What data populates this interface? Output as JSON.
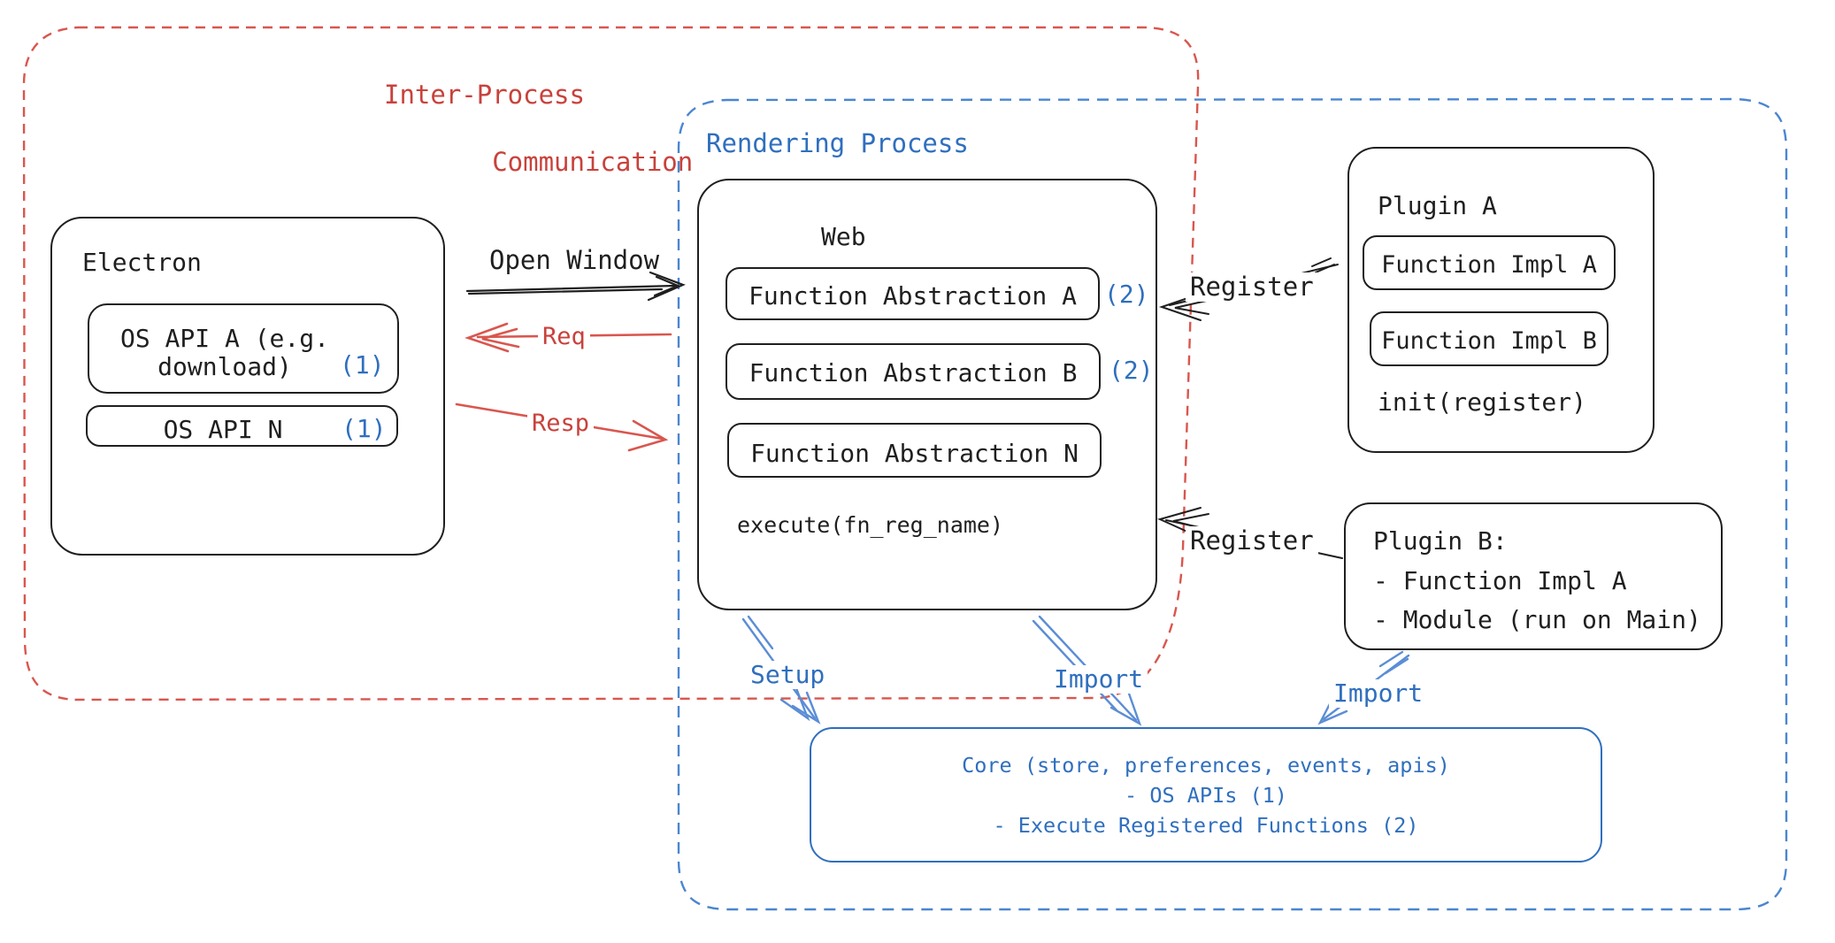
{
  "diagram": {
    "ipc_region": {
      "label_line1": "Inter-Process",
      "label_line2": "Communication"
    },
    "rendering_region": {
      "label": "Rendering Process"
    },
    "electron": {
      "title": "Electron",
      "os_api_a_line1": "OS API A (e.g.",
      "os_api_a_line2": "download)",
      "os_api_a_badge": "(1)",
      "os_api_n": "OS API N",
      "os_api_n_badge": "(1)"
    },
    "web": {
      "title": "Web",
      "fa_a": "Function Abstraction A",
      "fa_a_badge": "(2)",
      "fa_b": "Function Abstraction B",
      "fa_b_badge": "(2)",
      "fa_n": "Function Abstraction N",
      "execute": "execute(fn_reg_name)"
    },
    "plugin_a": {
      "title": "Plugin A",
      "impl_a": "Function Impl A",
      "impl_b": "Function Impl B",
      "init": "init(register)"
    },
    "plugin_b": {
      "line1": "Plugin B:",
      "line2": "- Function Impl A",
      "line3": "- Module (run on Main)"
    },
    "core": {
      "line1": "Core (store, preferences, events, apis)",
      "line2": "- OS APIs (1)",
      "line3": "- Execute Registered Functions (2)"
    },
    "arrows": {
      "open_window": "Open Window",
      "req": "Req",
      "resp": "Resp",
      "register_a": "Register",
      "register_b": "Register",
      "setup": "Setup",
      "import_web": "Import",
      "import_plugin": "Import"
    },
    "colors": {
      "ink": "#1f1f1f",
      "red_dash": "#d9564e",
      "red_text": "#c8423b",
      "blue_dash": "#4a86d0",
      "blue_text": "#2f6fbe"
    }
  }
}
